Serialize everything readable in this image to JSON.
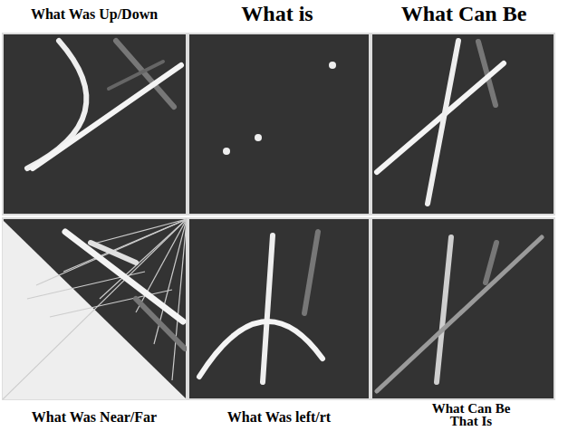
{
  "diagram": {
    "labels": [
      "What Was Up/Down",
      "What is",
      "What Can Be",
      "What Was Near/Far",
      "What Was left/rt",
      "What Can Be That Is"
    ]
  }
}
